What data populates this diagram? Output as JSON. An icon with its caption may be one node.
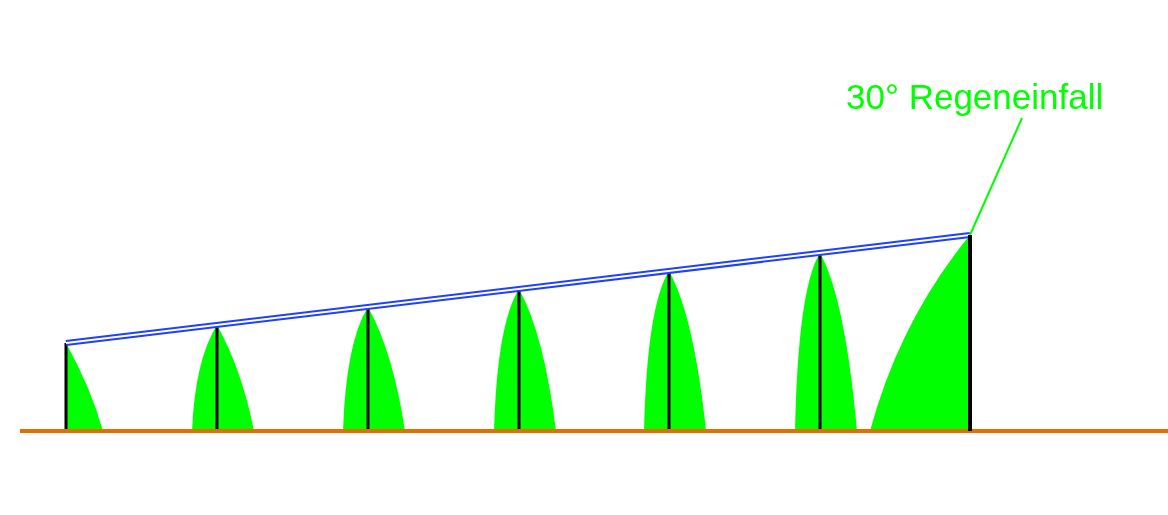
{
  "diagram": {
    "nodes": [
      {
        "text": [
          "30° Regeneinfall"
        ]
      },
      {
        "text": [],
        "shape": "bar"
      }
    ],
    "edges": [
      {
        "from": 0,
        "to": 1,
        "arrow": "none",
        "color": "#00ff00"
      }
    ]
  }
}
